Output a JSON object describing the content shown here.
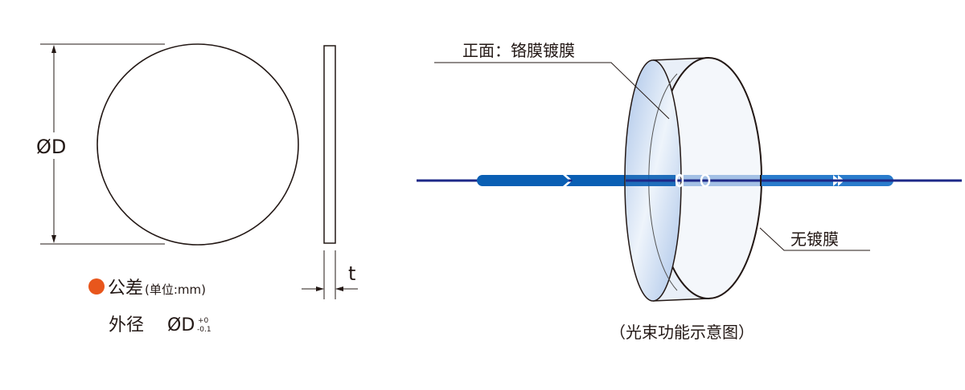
{
  "left": {
    "diameter_label": "ØD",
    "thickness_label": "t",
    "tolerance_title": "公差",
    "tolerance_unit": "(单位:mm)",
    "outer_diameter_label": "外径",
    "outer_diameter_symbol": "ØD",
    "tol_plus": "+0",
    "tol_minus": "-0.1"
  },
  "right": {
    "front_label": "正面：铬膜镀膜",
    "back_label": "无镀膜",
    "caption": "（光束功能示意图）"
  },
  "colors": {
    "bullet": "#e8561c",
    "beam": "#0a5fb4",
    "beam_core": "#1d2888",
    "lens": "#b9cdea"
  }
}
